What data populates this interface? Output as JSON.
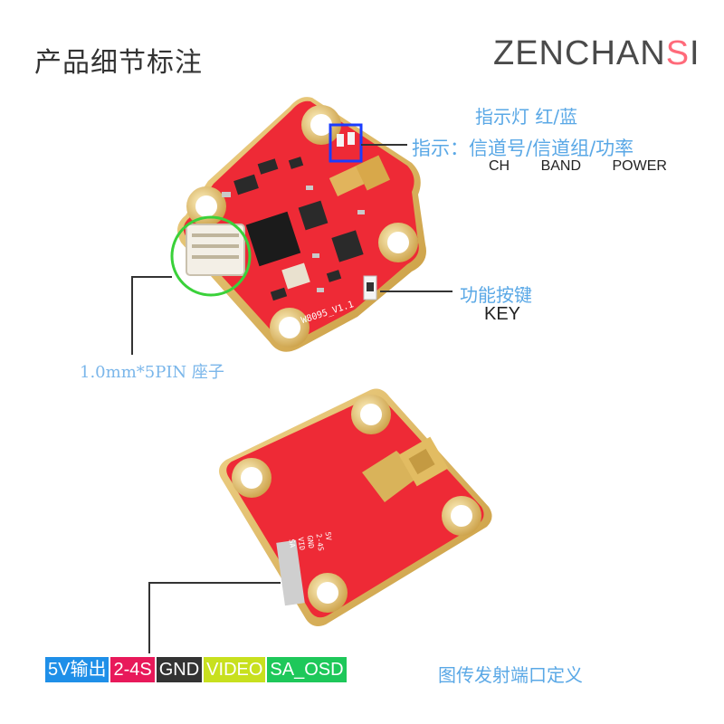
{
  "header": {
    "title": "产品细节标注",
    "brand_main": "ZENCHAN",
    "brand_accent": "S",
    "brand_tail": "I"
  },
  "callouts": {
    "led_title": "指示灯 红/蓝",
    "led_sub": "指示：信道号/信道组/功率",
    "led_codes": [
      "CH",
      "BAND",
      "POWER"
    ],
    "key_cn": "功能按键",
    "key_en": "KEY",
    "pin_header": "1.0mm*5PIN 座子",
    "port_title": "图传发射端口定义"
  },
  "board_top": {
    "silkscreen": "W8095_V1.1"
  },
  "board_bottom": {
    "silkscreen": [
      "SA",
      "VID",
      "GND",
      "2-4S",
      "5V"
    ]
  },
  "pins": [
    {
      "label": "5V输出",
      "color": "#1f8fe8"
    },
    {
      "label": "2-4S",
      "color": "#e8195a"
    },
    {
      "label": "GND",
      "color": "#333333"
    },
    {
      "label": "VIDEO",
      "color": "#c8e01e"
    },
    {
      "label": "SA_OSD",
      "color": "#1ec85a"
    }
  ],
  "colors": {
    "pcb": "#ee2a36",
    "pad": "#e6c46a",
    "highlight_blue": "#1a3cff",
    "highlight_green": "#3ad13a"
  }
}
